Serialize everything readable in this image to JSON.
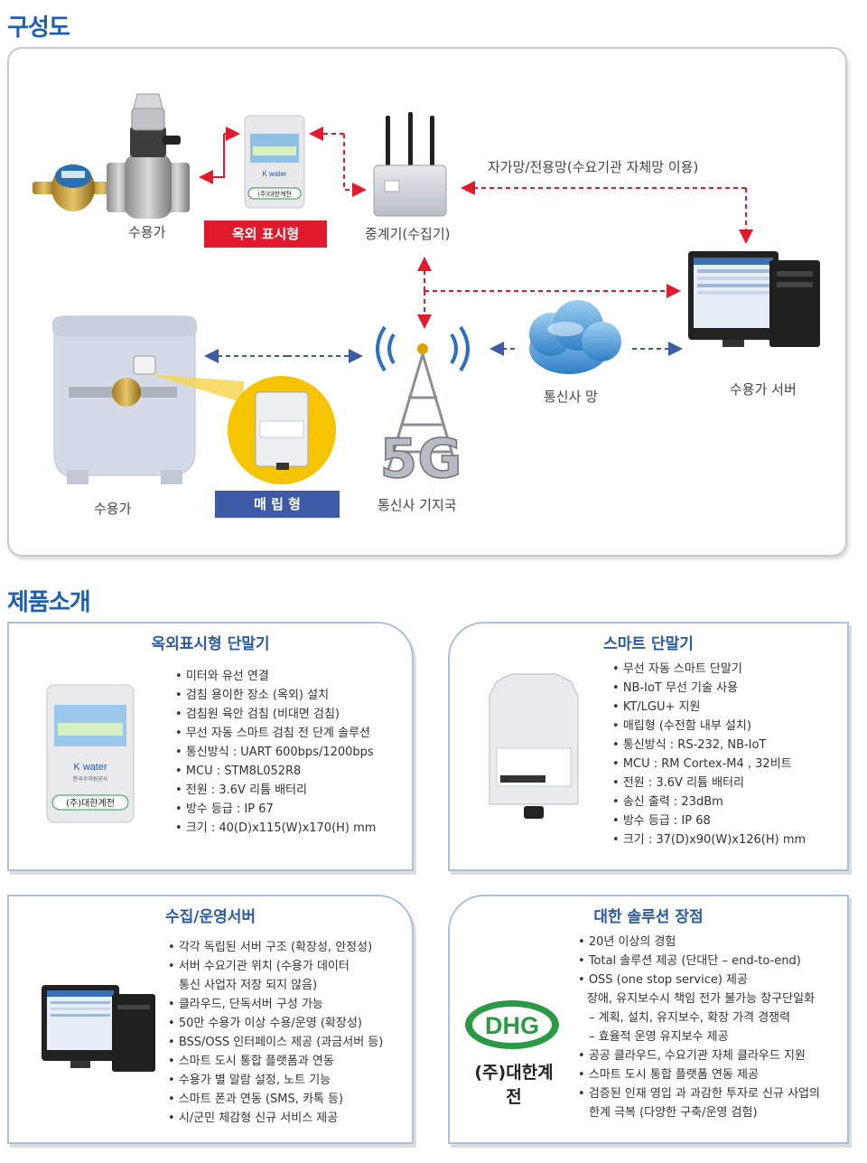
{
  "sections": {
    "diagram_title": "구성도",
    "products_title": "제품소개"
  },
  "diagram": {
    "consumer_top": "수용가",
    "outdoor_tag": "옥외 표시형",
    "repeater": "중계기(수집기)",
    "network_note": "자가망/전용망(수요기관 자체망 이용)",
    "consumer_bottom": "수용가",
    "buried_tag": "매 립 형",
    "base_station": "통신사 기지국",
    "telecom_net": "통신사 망",
    "server": "수용가 서버",
    "device_brand": "(주)대한계전",
    "device_kwater": "K water",
    "device_kwater_sub": "한국수자원공사",
    "dhg_logo": "DHG",
    "tag5g": "5G"
  },
  "cards": {
    "outdoor": {
      "title": "옥외표시형 단말기",
      "items": [
        "미터와 유선 연결",
        "검침 용이한 장소 (옥외) 설치",
        "검침원 육안 검침 (비대면 검침)",
        "무선 자동 스마트 검침 전 단계 솔루션",
        "통신방식 : UART 600bps/1200bps",
        "MCU : STM8L052R8",
        "전원 : 3.6V 리튬 배터리",
        "방수 등급 : IP 67",
        "크기 : 40(D)x115(W)x170(H) mm"
      ]
    },
    "smart": {
      "title": "스마트 단말기",
      "items": [
        "무선 자동 스마트 단말기",
        "NB-IoT 무선 기술 사용",
        "KT/LGU+ 지원",
        "매립형 (수전함 내부 설치)",
        "통신방식 : RS-232, NB-IoT",
        "MCU : RM Cortex-M4 , 32비트",
        "전원 : 3.6V 리튬 배터리",
        "송신 출력 : 23dBm",
        "방수 등급 : IP 68",
        "크기 : 37(D)x90(W)x126(H) mm"
      ]
    },
    "server": {
      "title": "수집/운영서버",
      "items": [
        "각각 독립된 서버 구조 (확장성, 안정성)",
        "서버 수요기관 위치 (수용가 데이터",
        "통신 사업자 저장 되지 않음)",
        "클라우드, 단독서버 구성 가능",
        "50만 수용가 이상 수용/운영 (확장성)",
        "BSS/OSS 인터페이스 제공 (과금서버 등)",
        "스마트 도시 통합 플랫폼과 연동",
        "수용가 별 알람 설정, 노트 기능",
        "스마트 폰과 연동 (SMS, 카톡 등)",
        "시/군민 체감형 신규 서비스 제공"
      ]
    },
    "solution": {
      "title": "대한 솔루션 장점",
      "items": [
        "20년 이상의 경험",
        "Total 솔루션 제공 (단대단 – end-to-end)",
        "OSS (one stop service) 제공",
        "장애, 유지보수시 책임 전가 불가능 창구단일화",
        "– 계획, 설치, 유지보수, 확장 가격 경쟁력",
        "– 효율적 운영 유지보수 제공",
        "공공 클라우드, 수요기관 자체 클라우드 지원",
        "스마트 도시 통합 플랫폼 연동 제공",
        "검증된 인재 영입 과 과감한 투자로 신규 사업의",
        "한계 극복 (다양한 구축/운영 검험)"
      ],
      "logo": "DHG",
      "company": "(주)대한계전"
    }
  },
  "colors": {
    "accent_blue": "#1f5fae",
    "red": "#e11b2d",
    "tag_blue": "#3c5aa6",
    "card_border": "#a8c0e0"
  }
}
